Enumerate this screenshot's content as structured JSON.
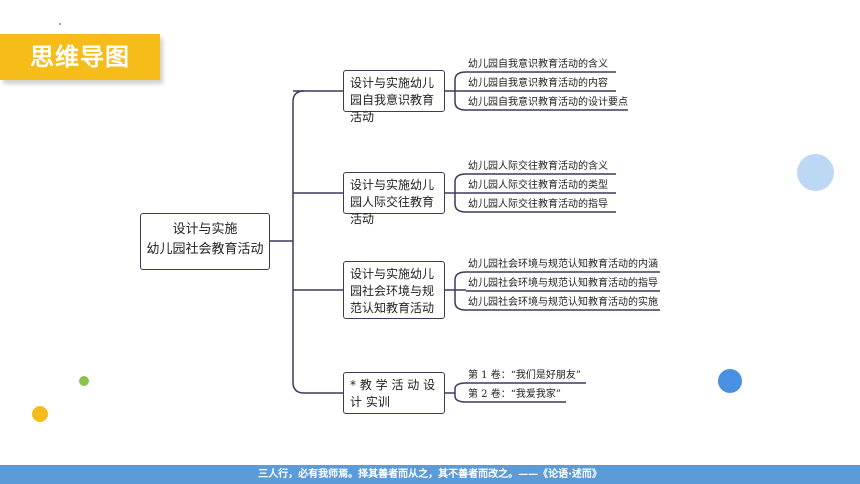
{
  "header": {
    "title": "思维导图"
  },
  "mindmap": {
    "root": "设计与实施\n幼儿园社会教育活动",
    "branches": [
      {
        "label": "设计与实施幼儿园自我意识教育活动",
        "leaves": [
          "幼儿园自我意识教育活动的含义",
          "幼儿园自我意识教育活动的内容",
          "幼儿园自我意识教育活动的设计要点"
        ]
      },
      {
        "label": "设计与实施幼儿园人际交往教育活动",
        "leaves": [
          "幼儿园人际交往教育活动的含义",
          "幼儿园人际交往教育活动的类型",
          "幼儿园人际交往教育活动的指导"
        ]
      },
      {
        "label": "设计与实施幼儿园社会环境与规范认知教育活动",
        "leaves": [
          "幼儿园社会环境与规范认知教育活动的内涵",
          "幼儿园社会环境与规范认知教育活动的指导",
          "幼儿园社会环境与规范认知教育活动的实施"
        ]
      },
      {
        "label": "* 教 学 活 动 设 计 实训",
        "leaves": [
          "第 1 卷：“我们是好朋友”",
          "第 2 卷：“我爱我家”"
        ]
      }
    ]
  },
  "footer": {
    "quote": "三人行，必有我师焉。择其善者而从之，其不善者而改之。——《论语·述而》"
  },
  "colors": {
    "banner": "#f6bd1a",
    "line": "#3d3a5c",
    "footer": "#5b9bd8",
    "dot_light_blue": "#bcd8f5",
    "dot_blue": "#4a90e2",
    "dot_green": "#8bc34a",
    "dot_yellow": "#f6bd1a"
  }
}
